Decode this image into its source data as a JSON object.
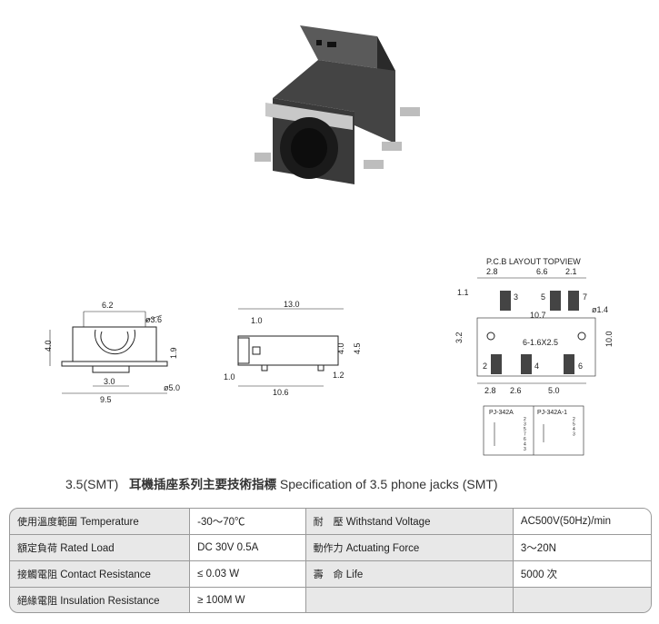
{
  "drawing_side": {
    "w": "6.2",
    "d1": "ø3.6",
    "h": "4.0",
    "h2": "1.9",
    "b": "3.0",
    "c": "ø5.0",
    "l": "9.5"
  },
  "drawing_front": {
    "top": "13.0",
    "a": "1.0",
    "h": "4.0",
    "h2": "4.5",
    "b": "1.0",
    "c": "1.2",
    "l": "10.6"
  },
  "drawing_pcb": {
    "title": "P.C.B LAYOUT TOPVIEW",
    "t1": "2.8",
    "t2": "6.6",
    "t3": "2.1",
    "left": "1.1",
    "mid": "10.7",
    "hole": "ø1.4",
    "pad3": "3",
    "pad5": "5",
    "pad7": "7",
    "h": "3.2",
    "slot": "6-1.6X2.5",
    "height": "10.0",
    "pad2": "2",
    "pad4": "4",
    "pad6": "6",
    "b1": "2.8",
    "b2": "2.6",
    "b3": "5.0"
  },
  "schematic": {
    "left_label": "PJ-342A",
    "right_label": "PJ-342A-1",
    "left_pins": [
      "2",
      "3",
      "5",
      "7",
      "6",
      "4",
      "3"
    ],
    "right_pins": [
      "2",
      "5",
      "4",
      "3"
    ]
  },
  "heading": {
    "prefix": "3.5(SMT)",
    "cn": "耳機插座系列主要技術指標",
    "en": "Specification of 3.5 phone jacks (SMT)"
  },
  "specs": [
    {
      "label_cn": "使用溫度範圍",
      "label_en": "Temperature",
      "value": "-30～70℃",
      "label2_cn": "耐　壓",
      "label2_en": "Withstand Voltage",
      "value2": "AC500V(50Hz)/min"
    },
    {
      "label_cn": "額定負荷",
      "label_en": "Rated Load",
      "value": "DC  30V  0.5A",
      "label2_cn": "動作力",
      "label2_en": "Actuating Force",
      "value2": "3～20N"
    },
    {
      "label_cn": "接觸電阻",
      "label_en": "Contact Resistance",
      "value": "≤ 0.03 W",
      "label2_cn": "壽　命",
      "label2_en": "Life",
      "value2": "5000 次"
    },
    {
      "label_cn": "絕緣電阻",
      "label_en": "Insulation Resistance",
      "value": "≥ 100M W",
      "label2_cn": "",
      "label2_en": "",
      "value2": ""
    }
  ]
}
